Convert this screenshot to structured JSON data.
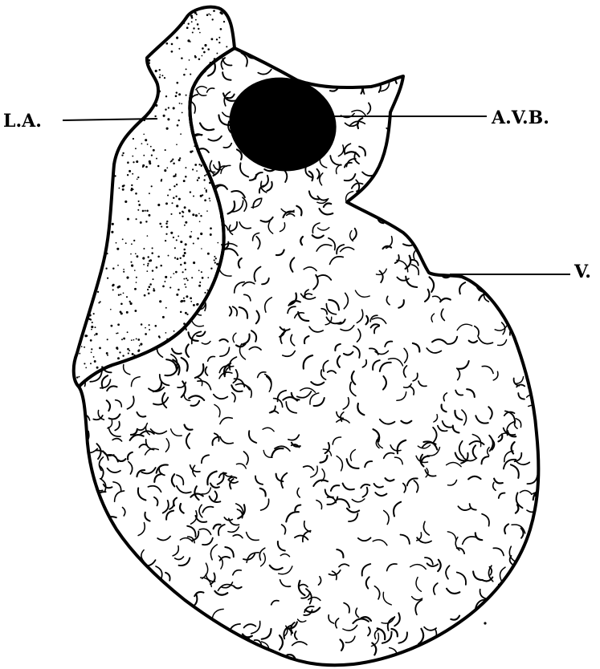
{
  "labels": {
    "left_atrium": "L.A.",
    "av_bundle": "A.V.B.",
    "ventricle": "V."
  },
  "colors": {
    "ink": "#000000",
    "paper": "#ffffff"
  }
}
